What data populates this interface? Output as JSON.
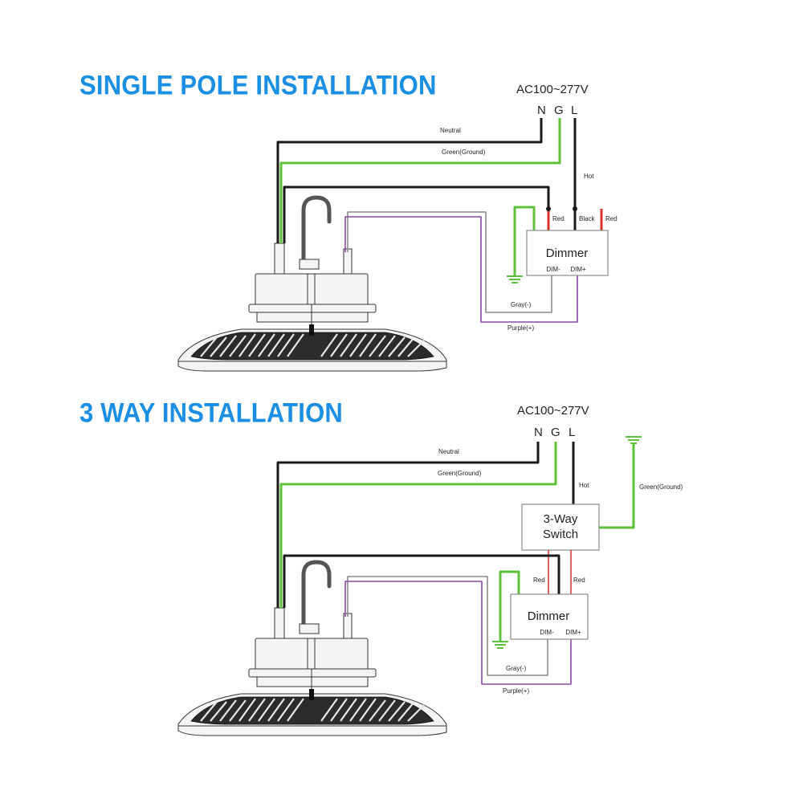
{
  "sections": [
    {
      "heading": "SINGLE POLE INSTALLATION",
      "supply": "AC100~277V",
      "terminals": [
        "N",
        "G",
        "L"
      ],
      "labels": {
        "neutral": "Neutral",
        "ground": "Green(Ground)",
        "hot": "Hot",
        "red_left": "Red",
        "black": "Black",
        "red_right": "Red",
        "gray": "Gray(-)",
        "purple": "Purple(+)"
      },
      "dimmer": {
        "title": "Dimmer",
        "dim_minus": "DIM-",
        "dim_plus": "DIM+"
      }
    },
    {
      "heading": "3 WAY INSTALLATION",
      "supply": "AC100~277V",
      "terminals": [
        "N",
        "G",
        "L"
      ],
      "labels": {
        "neutral": "Neutral",
        "ground": "Green(Ground)",
        "hot": "Hot",
        "switch_ground": "Green(Ground)",
        "red_left": "Red",
        "red_right": "Red",
        "gray": "Gray(-)",
        "purple": "Purple(+)"
      },
      "switch": {
        "line1": "3-Way",
        "line2": "Switch"
      },
      "dimmer": {
        "title": "Dimmer",
        "dim_minus": "DIM-",
        "dim_plus": "DIM+"
      }
    }
  ],
  "colors": {
    "heading": "#1a8fe3",
    "black_wire": "#1a1a1a",
    "green_wire": "#5ec13a",
    "red_wire": "#d8312b",
    "gray_wire": "#8c8c8c",
    "purple_wire": "#8b48a6"
  }
}
